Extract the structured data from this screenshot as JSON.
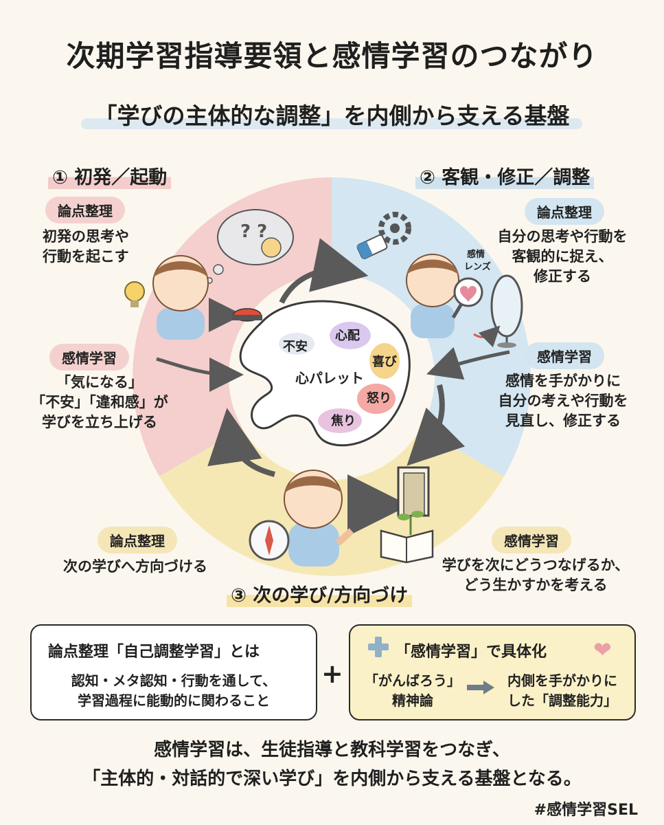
{
  "title": "次期学習指導要領と感情学習のつながり",
  "subtitle": "「学びの主体的な調整」を内側から支える基盤",
  "stage1": {
    "heading": "① 初発／起動",
    "tag1": "論点整理",
    "text1": [
      "初発の思考や",
      "行動を起こす"
    ],
    "tag2": "感情学習",
    "text2": [
      "「気になる」",
      "「不安」「違和感」が",
      "学びを立ち上げる"
    ]
  },
  "stage2": {
    "heading": "② 客観・修正／調整",
    "tag1": "論点整理",
    "text1": [
      "自分の思考や行動を",
      "客観的に捉え、",
      "修正する"
    ],
    "lens_label": [
      "感情",
      "レンズ"
    ],
    "tag2": "感情学習",
    "text2": [
      "感情を手がかりに",
      "自分の考えや行動を",
      "見直し、修正する"
    ]
  },
  "stage3": {
    "heading": "③ 次の学び/方向づけ",
    "tag1": "論点整理",
    "text1": "次の学びへ方向づける",
    "tag2": "感情学習",
    "text2": [
      "学びを次にどうつなげるか、",
      "どう生かすかを考える"
    ]
  },
  "palette": {
    "label": "心パレット",
    "emotions": [
      "不安",
      "心配",
      "喜び",
      "怒り",
      "焦り"
    ]
  },
  "box_left": {
    "title": "論点整理「自己調整学習」とは",
    "text": [
      "認知・メタ認知・行動を通して、",
      "学習過程に能動的に関わること"
    ]
  },
  "plus": "+",
  "box_right": {
    "title": "「感情学習」で具体化",
    "from": [
      "「がんばろう」",
      "精神論"
    ],
    "to": [
      "内側を手がかりに",
      "した「調整能力」"
    ]
  },
  "conclusion": [
    "感情学習は、生徒指導と教科学習をつなぎ、",
    "「主体的・対話的で深い学び」を内側から支える基盤となる。"
  ],
  "hashtag": "#感情学習SEL",
  "colors": {
    "pink": "#f4cfcd",
    "blue": "#d3e6f1",
    "yellow": "#f6e8b4",
    "ink": "#2a2a2a"
  }
}
